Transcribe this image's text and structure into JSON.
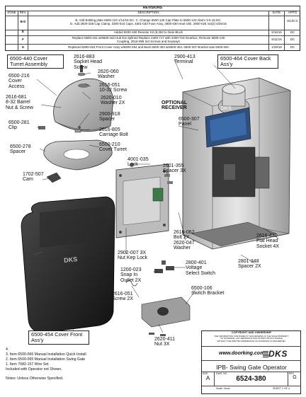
{
  "revisions": {
    "title": "REVISIONS",
    "headers": {
      "zone": "ZONE",
      "rev": "REV.",
      "description": "DESCRIPTION",
      "date": "DATE",
      "approved": "APP'D"
    },
    "rows": [
      {
        "rev": "B-D",
        "lines": [
          "B. Add Bottling plate 6500-123   1/14/15 DC.  C. Change 6500-125 Cap Plate to 6500-123 Alarm 3-6-15 DC.",
          "D. Add 2600-238 Cap Clamp, 3300-023 Caps, 4601-033 Fuse Assy, 2900-030 Heat sink, 2900-025 nut(2)  6/26/15"
        ],
        "date": "",
        "approved": "DC/D G"
      },
      {
        "rev": "E",
        "lines": [
          "Added 9200-190 Resistor Kit (8,353 to Note Block"
        ],
        "date": "3/16/16",
        "approved": "DC"
      },
      {
        "rev": "F",
        "lines": [
          "Replace 6500-161 w/6500-162 Hub Ext Splined  Replace 2400-717 with 2400-719 Gearbox, Remove 6500-146",
          "Coupling, 2616-088 Set Screws and Keyways"
        ],
        "date": "5/11/16",
        "approved": "DC"
      },
      {
        "rev": "G",
        "lines": [
          "Replaced 6500-453 Front Cover Assy w/6500-454 and Back 6500-463 w/6500-464, 6500-307 Bracket was 6500-284"
        ],
        "date": "1/29/19",
        "approved": "DC"
      }
    ]
  },
  "callouts": {
    "turret_assembly": "6500-440 Cover Turret Assembly",
    "back_cover": "6500-464 Cover Back Ass'y",
    "front_cover": "6500-454 Cover Front Ass'y",
    "optional_receiver": "OPTIONAL RECEIVER",
    "socket_head": [
      "2616-883",
      "Socket Head",
      "Screw"
    ],
    "washer_620": [
      "2620-060",
      "Washer"
    ],
    "screw_2616_051": [
      "2616-051",
      "10-32 Screw"
    ],
    "washer_620_010": [
      "2620-010",
      "Washer 2X"
    ],
    "spacer_918": [
      "2900-918",
      "Spacer"
    ],
    "carriage_bolt": [
      "2616-805",
      "Carriage Bolt"
    ],
    "cover_turret": [
      "6500-210",
      "Cover Turret"
    ],
    "cover_access": [
      "6500-216",
      "Cover",
      "Access"
    ],
    "barrel_nut": [
      "2616-681",
      "8-32 Barrel",
      "Nut & Screw"
    ],
    "clip": [
      "6500-281",
      "Clip"
    ],
    "spacer_278": [
      "6500-278",
      "Spacer"
    ],
    "cam": [
      "1702-507",
      "Cam"
    ],
    "terminal": [
      "2900-413",
      "Terminal"
    ],
    "panel": [
      "6500-307",
      "Panel"
    ],
    "lock": [
      "4001-035",
      "Lock"
    ],
    "spacer_3x": [
      "2601-355",
      "Spacer 3X"
    ],
    "bolt_2x": [
      "2616-062",
      "Bolt 2X"
    ],
    "washer_2620_047": [
      "2620-047",
      "Washer"
    ],
    "flat_head": [
      "2616-430",
      "Flat Head",
      "Socket 4X"
    ],
    "nut_kep": [
      "2902-007 3X",
      "Nut Kep Lock"
    ],
    "snap_in": [
      "1200-023",
      "Snap In",
      "Outlet 2X"
    ],
    "voltage_switch": [
      "2800-401",
      "Voltage",
      "Select Switch"
    ],
    "spacer_348": [
      "2801-348",
      "Spacer 2X"
    ],
    "switch_bracket": [
      "6500-106",
      "Switch Bracket"
    ],
    "screw_2x": [
      "2616-051",
      "Screw 2X"
    ],
    "nut_3x": [
      "2620-411",
      "Nut 3X"
    ]
  },
  "notes": [
    "4.",
    "3.  Item  6500-066 Manual Installation Quick Install",
    "2.  Item  6500-065 Manual Installation Swing Gate",
    "1.  Item  7082-157 Wire Set",
    "Included with Operator not Shown.",
    "",
    "Notes: Unless Otherwise Specified."
  ],
  "title_block": {
    "header": "COPYRIGHT AND OWNERSHIP",
    "fine_print": [
      "THE INFORMATION CONTAINED IN THIS DRAWING IS THE SOLE PROPERTY",
      "OF DOORKING. ANY REPRODUCTION IN PART OR AS A WHOLE",
      "WITHOUT THE WRITTEN PERMISSION OF DOORKING IS PROHIBITED."
    ],
    "website": "www.doorking.com",
    "logo": "DKS",
    "title": "IPB- Swing Gate Operator",
    "size_label": "SIZE",
    "size": "A",
    "dwg_label": "DWG. NO.",
    "dwg_no": "6524-380",
    "rev_label": "REV",
    "rev": "G",
    "scale": "Scale: None",
    "sheet": "SHEET 1 OF 4"
  },
  "covers": {
    "front_logo": "DKS",
    "back_logo": "DKS"
  }
}
